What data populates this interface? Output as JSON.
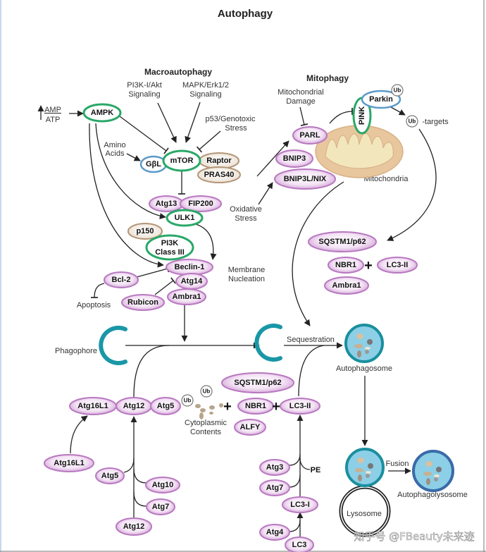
{
  "title": "Autophagy",
  "sections": {
    "macro": "Macroautophagy",
    "mito": "Mitophagy"
  },
  "labels": {
    "pi3k_akt_1": "PI3K-I/Akt",
    "pi3k_akt_2": "Signaling",
    "mapk_1": "MAPK/Erk1/2",
    "mapk_2": "Signaling",
    "p53_1": "p53/Genotoxic",
    "p53_2": "Stress",
    "amp": "AMP",
    "atp": "ATP",
    "amino_1": "Amino",
    "amino_2": "Acids",
    "apoptosis": "Apoptosis",
    "membrane_1": "Membrane",
    "membrane_2": "Nucleation",
    "mito_damage_1": "Mitochondrial",
    "mito_damage_2": "Damage",
    "mitochondria": "Mitochondria",
    "ub_targets": "-targets",
    "oxidative_1": "Oxidative",
    "oxidative_2": "Stress",
    "phagophore": "Phagophore",
    "sequestration": "Sequestration",
    "autophagosome": "Autophagosome",
    "cyto_1": "Cytoplasmic",
    "cyto_2": "Contents",
    "pe": "PE",
    "fusion": "Fusion",
    "autophagolysosome": "Autophagolysosome",
    "lysosome": "Lysosome",
    "ub": "Ub",
    "plus": "+"
  },
  "nodes": {
    "ampk": "AMPK",
    "gbl": "GβL",
    "mtor": "mTOR",
    "raptor": "Raptor",
    "pras40": "PRAS40",
    "atg13": "Atg13",
    "fip200": "FIP200",
    "ulk1": "ULK1",
    "p150": "p150",
    "pi3k_1": "PI3K",
    "pi3k_2": "Class III",
    "beclin1": "Beclin-1",
    "atg14": "Atg14",
    "ambra1": "Ambra1",
    "bcl2": "Bcl-2",
    "rubicon": "Rubicon",
    "parl": "PARL",
    "bnip3": "BNIP3",
    "bnip3l": "BNIP3L/NIX",
    "pink": "PINK",
    "parkin": "Parkin",
    "sqstm1_mito": "SQSTM1/p62",
    "nbr1_mito": "NBR1",
    "lc3ii_mito": "LC3-II",
    "ambra1_mito": "Ambra1",
    "sqstm1": "SQSTM1/p62",
    "nbr1": "NBR1",
    "lc3ii": "LC3-II",
    "alfy": "ALFY",
    "atg16l1_top": "Atg16L1",
    "atg12_top": "Atg12",
    "atg5_top": "Atg5",
    "atg16l1": "Atg16L1",
    "atg5": "Atg5",
    "atg10": "Atg10",
    "atg7": "Atg7",
    "atg12": "Atg12",
    "atg3": "Atg3",
    "atg7_lc3": "Atg7",
    "lc3i": "LC3-I",
    "atg4": "Atg4",
    "lc3": "LC3"
  },
  "watermark": "知乎号 @FBeauty未来迹",
  "colors": {
    "purple": "#b878c0",
    "green": "#2aa868",
    "tan": "#b39576",
    "blue": "#5a9ac8",
    "teal": "#1a97a6",
    "vesicle": "#8ccfe6"
  }
}
